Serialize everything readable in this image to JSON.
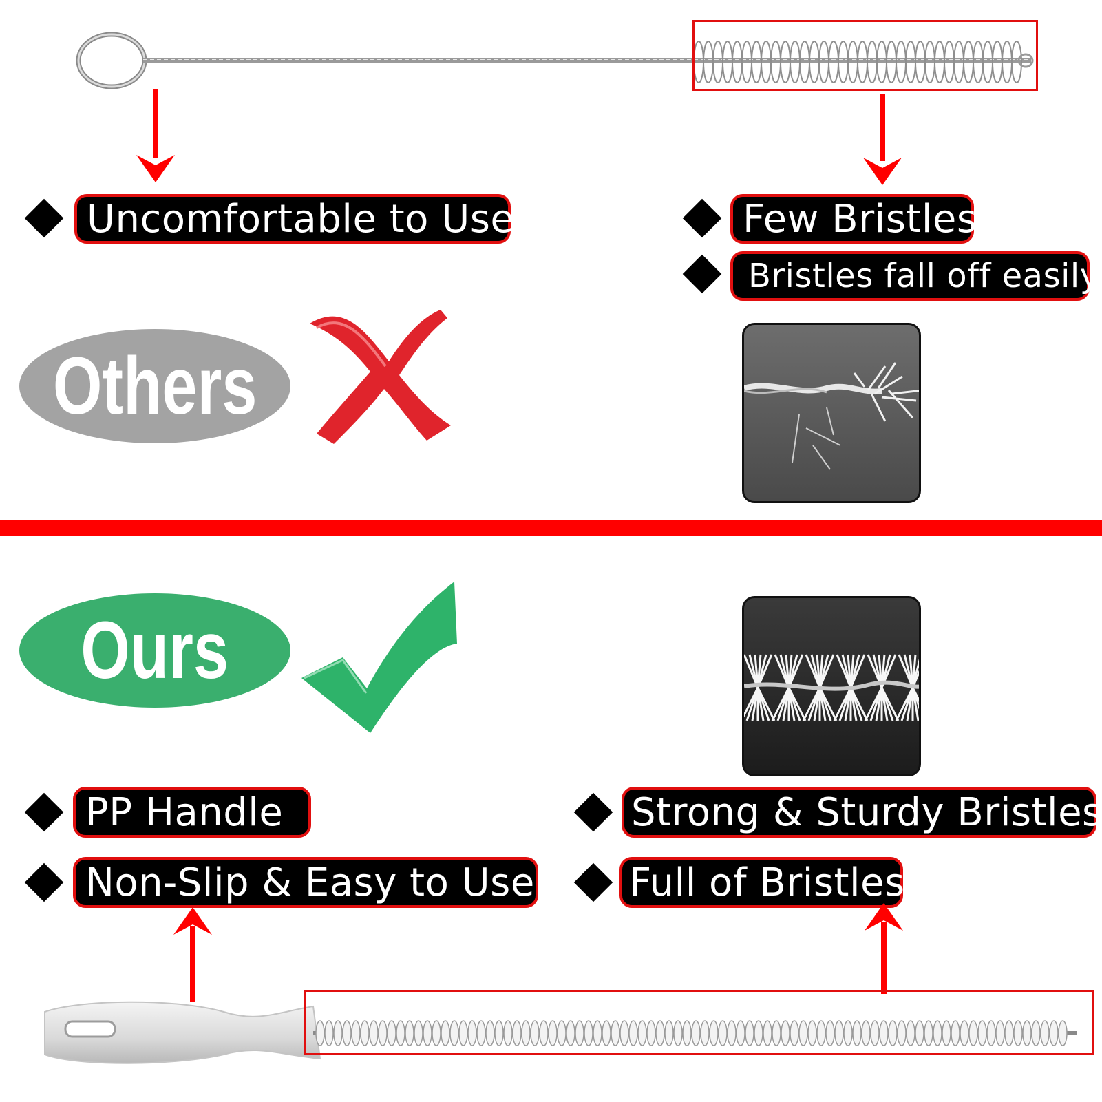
{
  "others": {
    "label": "Others",
    "label_bg": "#a3a3a3",
    "mark": "cross-icon",
    "mark_color": "#e0242c",
    "features_left": [
      "Uncomfortable to Use"
    ],
    "features_right": [
      "Few Bristles",
      "Bristles fall off easily"
    ],
    "photo": "shedding-bristles-closeup"
  },
  "ours": {
    "label": "Ours",
    "label_bg": "#3aaf6e",
    "mark": "check-icon",
    "mark_color": "#2eb36a",
    "features_left": [
      "PP Handle",
      "Non-Slip & Easy to Use"
    ],
    "features_right": [
      "Strong & Sturdy Bristles",
      "Full of Bristles"
    ],
    "photo": "dense-bristles-closeup"
  },
  "colors": {
    "accent_red": "#ff0000",
    "pill_border": "#e10f0f",
    "pill_bg": "#000000",
    "pill_text": "#ffffff"
  }
}
